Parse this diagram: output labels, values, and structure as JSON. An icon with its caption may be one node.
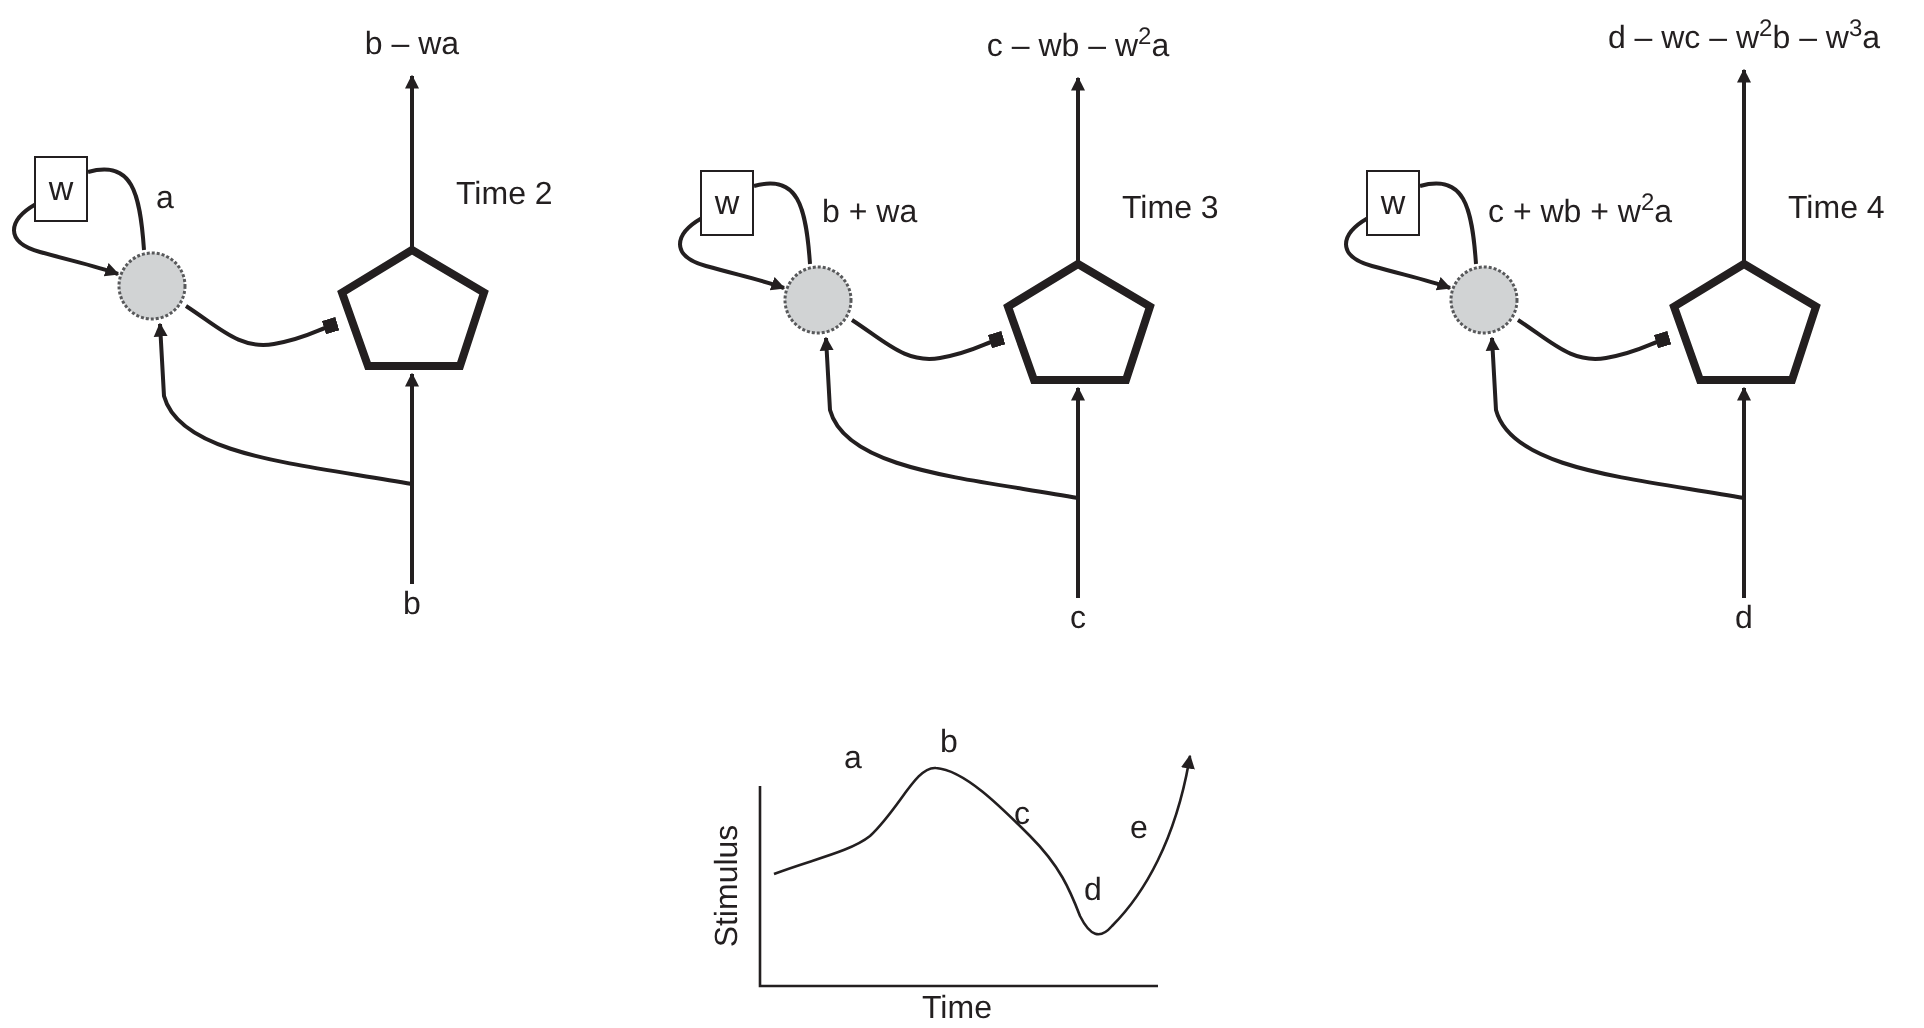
{
  "diagram": {
    "nodes": [
      {
        "text": [
          "w"
        ]
      },
      {
        "text": [],
        "shape": "circle"
      },
      {
        "text": [],
        "shape": "pentagon",
        "beside": [
          "Time 2"
        ]
      },
      {
        "text": [
          "b"
        ]
      },
      {
        "text": [
          "b – wa"
        ]
      },
      {
        "text": [
          "w"
        ]
      },
      {
        "text": [],
        "shape": "circle"
      },
      {
        "text": [],
        "shape": "pentagon",
        "beside": [
          "Time 3"
        ]
      },
      {
        "text": [
          "c"
        ]
      },
      {
        "text": [
          "c – wb – w$^{2}$a"
        ]
      },
      {
        "text": [
          "w"
        ]
      },
      {
        "text": [],
        "shape": "circle"
      },
      {
        "text": [],
        "shape": "pentagon",
        "beside": [
          "Time 4"
        ]
      },
      {
        "text": [
          "d"
        ]
      },
      {
        "text": [
          "d – wc – w$^{2}$b – w$^{3}$a"
        ]
      }
    ],
    "edges": [
      {
        "from": 0,
        "to": 1,
        "arrow": "to"
      },
      {
        "from": 1,
        "to": 0,
        "arrow": "none",
        "label": "a"
      },
      {
        "from": 1,
        "to": 2,
        "arrow": "other"
      },
      {
        "from": 3,
        "to": 2,
        "arrow": "to"
      },
      {
        "from": 3,
        "to": 1,
        "arrow": "to"
      },
      {
        "from": 2,
        "to": 4,
        "arrow": "to"
      },
      {
        "from": 5,
        "to": 6,
        "arrow": "to"
      },
      {
        "from": 6,
        "to": 5,
        "arrow": "none",
        "label": "b + wa"
      },
      {
        "from": 6,
        "to": 7,
        "arrow": "other"
      },
      {
        "from": 8,
        "to": 7,
        "arrow": "to"
      },
      {
        "from": 8,
        "to": 6,
        "arrow": "to"
      },
      {
        "from": 7,
        "to": 9,
        "arrow": "to"
      },
      {
        "from": 10,
        "to": 11,
        "arrow": "to"
      },
      {
        "from": 11,
        "to": 10,
        "arrow": "none",
        "label": "c + wb + w$^{2}$a"
      },
      {
        "from": 11,
        "to": 12,
        "arrow": "other"
      },
      {
        "from": 13,
        "to": 12,
        "arrow": "to"
      },
      {
        "from": 13,
        "to": 11,
        "arrow": "to"
      },
      {
        "from": 12,
        "to": 14,
        "arrow": "to"
      }
    ],
    "labels": [
      "b",
      "a",
      "c",
      "e",
      "d",
      "Stimulus",
      "Time"
    ]
  }
}
